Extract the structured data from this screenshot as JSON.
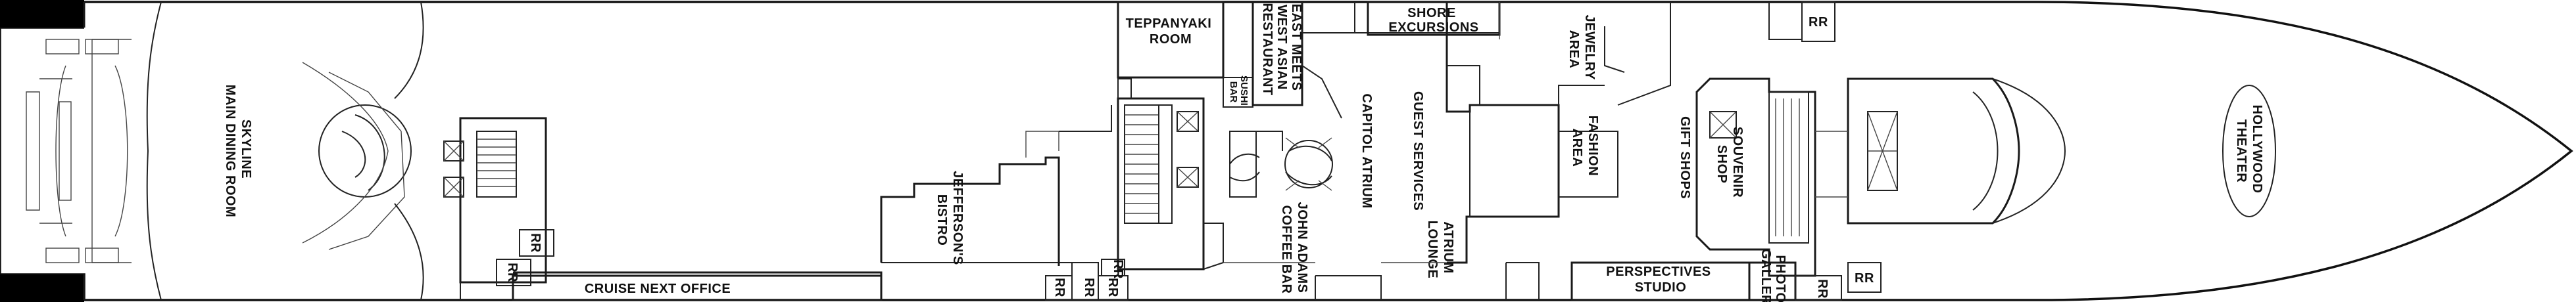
{
  "deck_plan": {
    "rooms": {
      "skyline_dining": [
        "SKYLINE",
        "MAIN DINING ROOM"
      ],
      "jeffersons_bistro": [
        "JEFFERSON'S",
        "BISTRO"
      ],
      "cruise_next": "CRUISE NEXT OFFICE",
      "teppanyaki": [
        "TEPPANYAKI",
        "ROOM"
      ],
      "sushi_bar": [
        "SUSHI",
        "BAR"
      ],
      "east_meets_west": [
        "EAST MEETS",
        "WEST ASIAN",
        "RESTAURANT"
      ],
      "shore_excursions": [
        "SHORE",
        "EXCURSIONS"
      ],
      "capitol_atrium": "CAPITOL ATRIUM",
      "guest_services": "GUEST SERVICES",
      "john_adams": [
        "JOHN ADAMS",
        "COFFEE BAR"
      ],
      "atrium_lounge": [
        "ATRIUM",
        "LOUNGE"
      ],
      "jewelry_area": [
        "JEWELRY",
        "AREA"
      ],
      "fashion_area": [
        "FASHION",
        "AREA"
      ],
      "gift_shops": "GIFT SHOPS",
      "souvenir_shop": [
        "SOUVENIR",
        "SHOP"
      ],
      "perspectives": [
        "PERSPECTIVES",
        "STUDIO"
      ],
      "photo_gallery": [
        "PHOTO",
        "GALLERY"
      ],
      "hollywood_theater": [
        "HOLLYWOOD",
        "THEATER"
      ]
    },
    "restroom_label": "RR"
  }
}
